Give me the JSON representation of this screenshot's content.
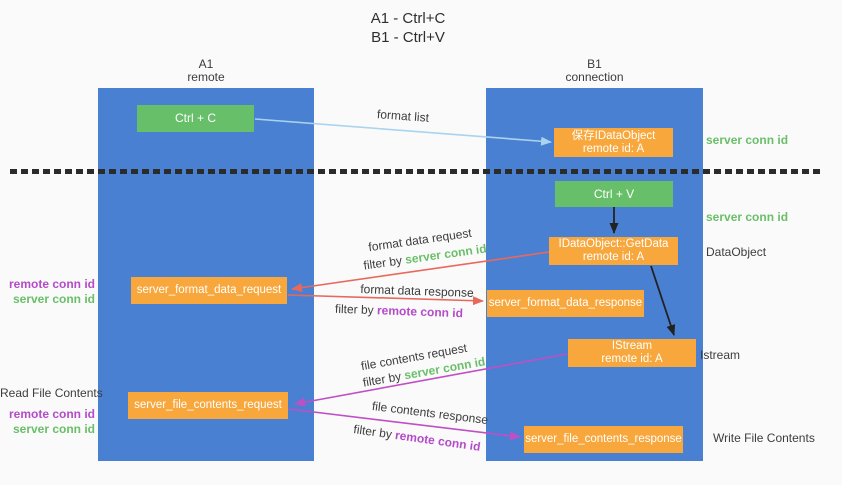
{
  "title": {
    "line1": "A1 - Ctrl+C",
    "line2": "B1 - Ctrl+V"
  },
  "columns": {
    "a": {
      "id": "A1",
      "role": "remote"
    },
    "b": {
      "id": "B1",
      "role": "connection"
    }
  },
  "nodes": {
    "ctrl_c": {
      "label": "Ctrl + C"
    },
    "save_dataobject": {
      "line1": "保存IDataObject",
      "line2": "remote id: A"
    },
    "ctrl_v": {
      "label": "Ctrl + V"
    },
    "getdata": {
      "line1": "IDataObject::GetData",
      "line2": "remote id: A"
    },
    "istream": {
      "line1": "IStream",
      "line2": "remote id: A"
    },
    "format_request": {
      "label": "server_format_data_request"
    },
    "format_response": {
      "label": "server_format_data_response"
    },
    "file_request": {
      "label": "server_file_contents_request"
    },
    "file_response": {
      "label": "server_file_contents_response"
    }
  },
  "left_labels": {
    "remote_conn_id_1": "remote conn id",
    "server_conn_id_1": "server conn id",
    "read_file_contents": "Read File Contents",
    "remote_conn_id_2": "remote conn id",
    "server_conn_id_2": "server conn id"
  },
  "right_labels": {
    "server_conn_id_1": "server conn id",
    "server_conn_id_2": "server conn id",
    "dataobject": "DataObject",
    "istream": "Istream",
    "write_file_contents": "Write File Contents"
  },
  "arrow_labels": {
    "format_list": "format list",
    "format_data_request": "format data request",
    "format_data_response": "format data response",
    "file_contents_request": "file contents request",
    "file_contents_response": "file contents response",
    "filter_by": "filter by",
    "server_conn_id": "server conn id",
    "remote_conn_id": "remote conn id"
  },
  "colors": {
    "column_blue": "#4a80d2",
    "node_green": "#68bf6a",
    "node_orange": "#f7a73c",
    "arrow_red": "#e8695c",
    "arrow_magenta": "#bf4fc4",
    "arrow_light_blue": "#a9d3ee",
    "arrow_black": "#222222",
    "text_green": "#6abf69",
    "text_purple": "#b44bc8",
    "text_gray": "#3d3d3d",
    "background": "#fafafa"
  }
}
